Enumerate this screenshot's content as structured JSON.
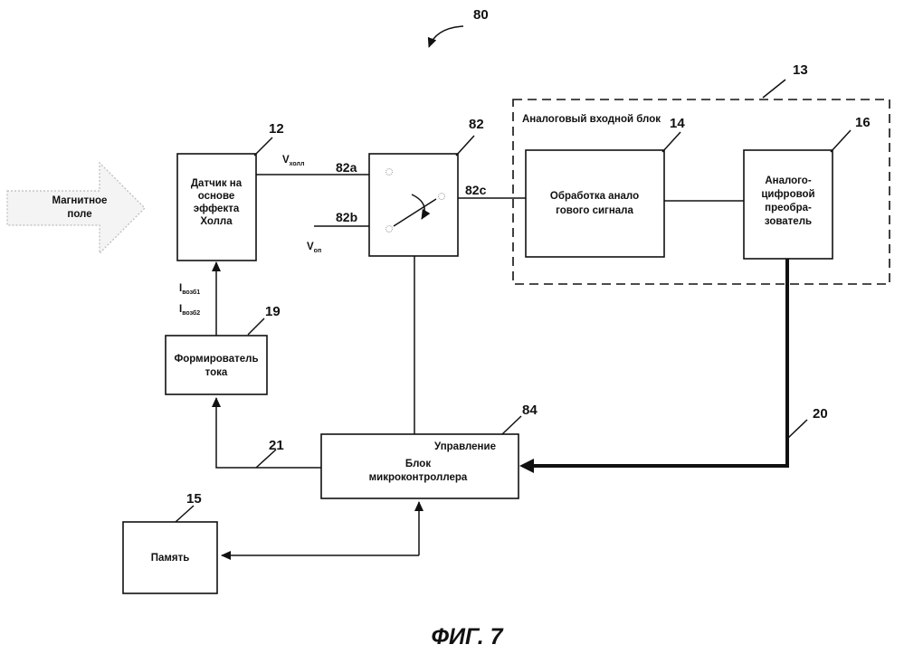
{
  "figure_label": "ФИГ. 7",
  "ref_main": "80",
  "input": {
    "line1": "Магнитное",
    "line2": "поле"
  },
  "hall_sensor": {
    "ref": "12",
    "lines": [
      "Датчик на",
      "основе",
      "эффекта",
      "Холла"
    ]
  },
  "switch": {
    "ref": "82",
    "port_a": "82a",
    "port_b": "82b",
    "port_c": "82c"
  },
  "signals": {
    "v_hall": {
      "main": "V",
      "sub": "холл"
    },
    "v_ref": {
      "main": "V",
      "sub": "оп"
    },
    "i_exc1": {
      "main": "I",
      "sub": "возб1"
    },
    "i_exc2": {
      "main": "I",
      "sub": "возб2"
    }
  },
  "analog_block": {
    "ref": "13",
    "label": "Аналоговый входной блок"
  },
  "processing": {
    "ref": "14",
    "lines": [
      "Обработка анало",
      "гового сигнала"
    ]
  },
  "adc": {
    "ref": "16",
    "lines": [
      "Аналого-",
      "цифровой",
      "преобра-",
      "зователь"
    ]
  },
  "current_shaper": {
    "ref": "19",
    "lines": [
      "Формирователь",
      "тока"
    ]
  },
  "controller": {
    "ref": "84",
    "title": "Управление",
    "lines": [
      "Блок",
      "микроконтроллера"
    ]
  },
  "memory": {
    "ref": "15",
    "label": "Память"
  },
  "bus_refs": {
    "adc_to_mcu": "20",
    "mcu_to_shaper": "21"
  }
}
